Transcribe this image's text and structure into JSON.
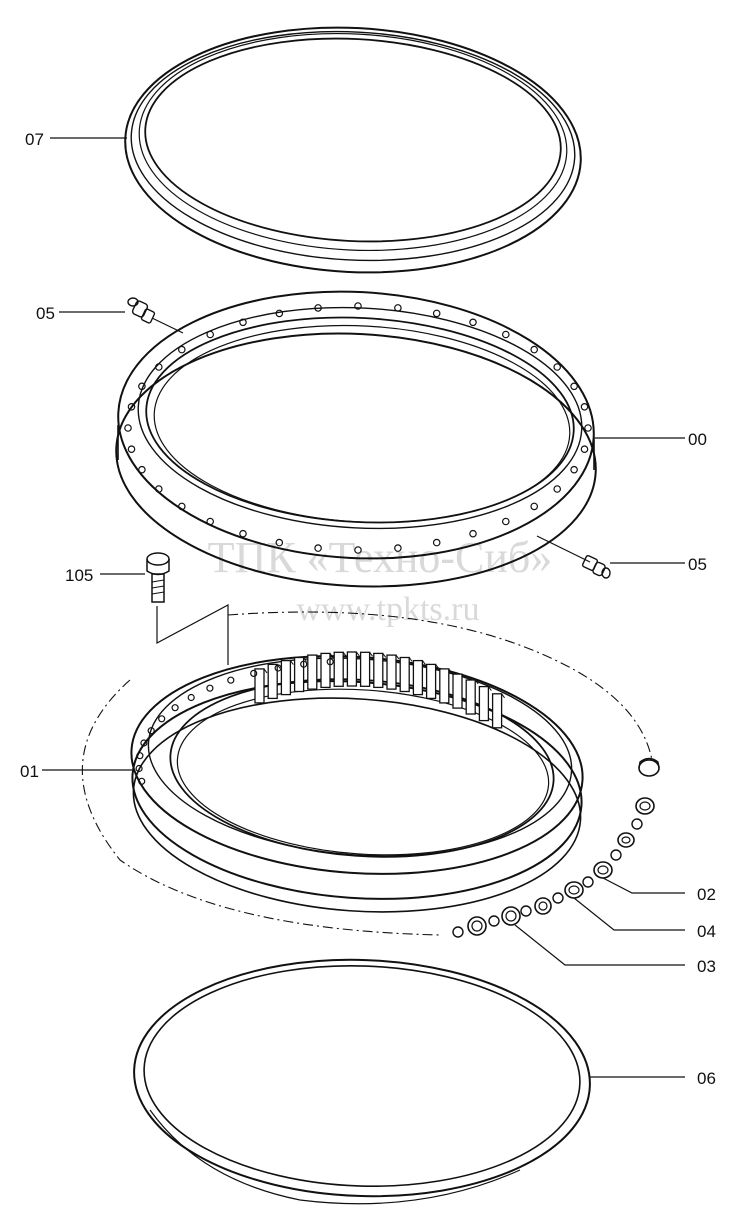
{
  "watermark": {
    "line1": "ТПК «Техно-Сиб»",
    "line2": "www.tpkts.ru"
  },
  "callouts": [
    {
      "id": "07",
      "label": "07"
    },
    {
      "id": "05a",
      "label": "05"
    },
    {
      "id": "00",
      "label": "00"
    },
    {
      "id": "105",
      "label": "105"
    },
    {
      "id": "05b",
      "label": "05"
    },
    {
      "id": "01",
      "label": "01"
    },
    {
      "id": "02",
      "label": "02"
    },
    {
      "id": "04",
      "label": "04"
    },
    {
      "id": "03",
      "label": "03"
    },
    {
      "id": "06",
      "label": "06"
    }
  ]
}
